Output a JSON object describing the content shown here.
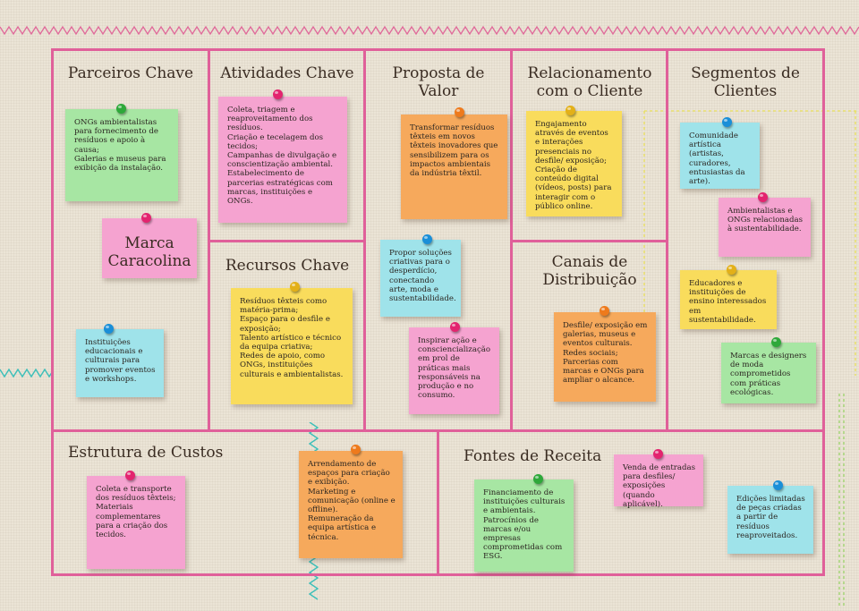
{
  "sections": {
    "parceiros": "Parceiros Chave",
    "atividades": "Atividades Chave",
    "proposta": "Proposta de\nValor",
    "relacionamento": "Relacionamento\ncom o Cliente",
    "segmentos": "Segmentos de\nClientes",
    "recursos": "Recursos Chave",
    "canais": "Canais de\nDistribuição",
    "custos": "Estrutura de Custos",
    "receita": "Fontes de Receita"
  },
  "notes": {
    "parceiros_1": "ONGs ambientalistas para fornecimento de resíduos e apoio à causa;\n  Galerias e museus para exibição da instalação.",
    "marca": "Marca\nCaracolina",
    "parceiros_2": "Instituições educacionais e culturais para promover eventos e workshops.",
    "atividades_1": "Coleta, triagem e reaproveitamento dos resíduos.\n  Criação e tecelagem dos tecidos;\n  Campanhas de divulgação e conscientização ambiental.\n  Estabelecimento de parcerias estratégicas com marcas, instituições e ONGs.",
    "recursos_1": "Resíduos têxteis como matéria-prima;\n  Espaço para o desfile e exposição;\n  Talento artístico e técnico da equipa criativa;\n  Redes de apoio, como ONGs, instituições culturais e ambientalistas.",
    "proposta_1": "Transformar resíduos têxteis em novos têxteis inovadores que sensibilizem para os impactos ambientais da indústria têxtil.",
    "proposta_2": "Propor soluções criativas para o desperdício, conectando arte, moda e sustentabilidade.",
    "proposta_3": "Inspirar ação e consciencialização em prol de práticas mais responsáveis na produção e no consumo.",
    "relacionamento_1": "Engajamento através de eventos e interações presenciais no desfile/ exposição;\n  Criação de conteúdo digital (vídeos, posts) para interagir com o público online.",
    "canais_1": "Desfile/ exposição em galerias, museus e eventos culturais.\n  Redes sociais;\n  Parcerias com marcas e ONGs para ampliar o alcance.",
    "segmentos_1": "Comunidade artística (artistas, curadores, entusiastas da arte).",
    "segmentos_2": "Ambientalistas e ONGs relacionadas à sustentabilidade.",
    "segmentos_3": "Educadores e instituições de ensino interessados em sustentabilidade.",
    "segmentos_4": "Marcas e designers de moda comprometidos com práticas ecológicas.",
    "custos_1": "Coleta e transporte dos resíduos têxteis;\n  Materiais complementares para a criação dos tecidos.",
    "custos_2": "Arrendamento de espaços para criação e exibição.\n  Marketing e comunicação (online e offline).\n  Remuneração da equipa artística e técnica.",
    "receita_1": "Financiamento de instituições culturais e ambientais.\n  Patrocínios de marcas e/ou empresas comprometidas com ESG.",
    "receita_2": "Venda de entradas para desfiles/ exposições (quando aplicável).",
    "receita_3": "Edições limitadas de peças criadas a partir de resíduos reaproveitados."
  },
  "colors": {
    "frame": "#e0609a",
    "pink": "#f5a3d0",
    "green": "#a7e6a3",
    "cyan": "#9fe3ea",
    "yellow": "#f9dc5c",
    "orange": "#f6a95c"
  }
}
